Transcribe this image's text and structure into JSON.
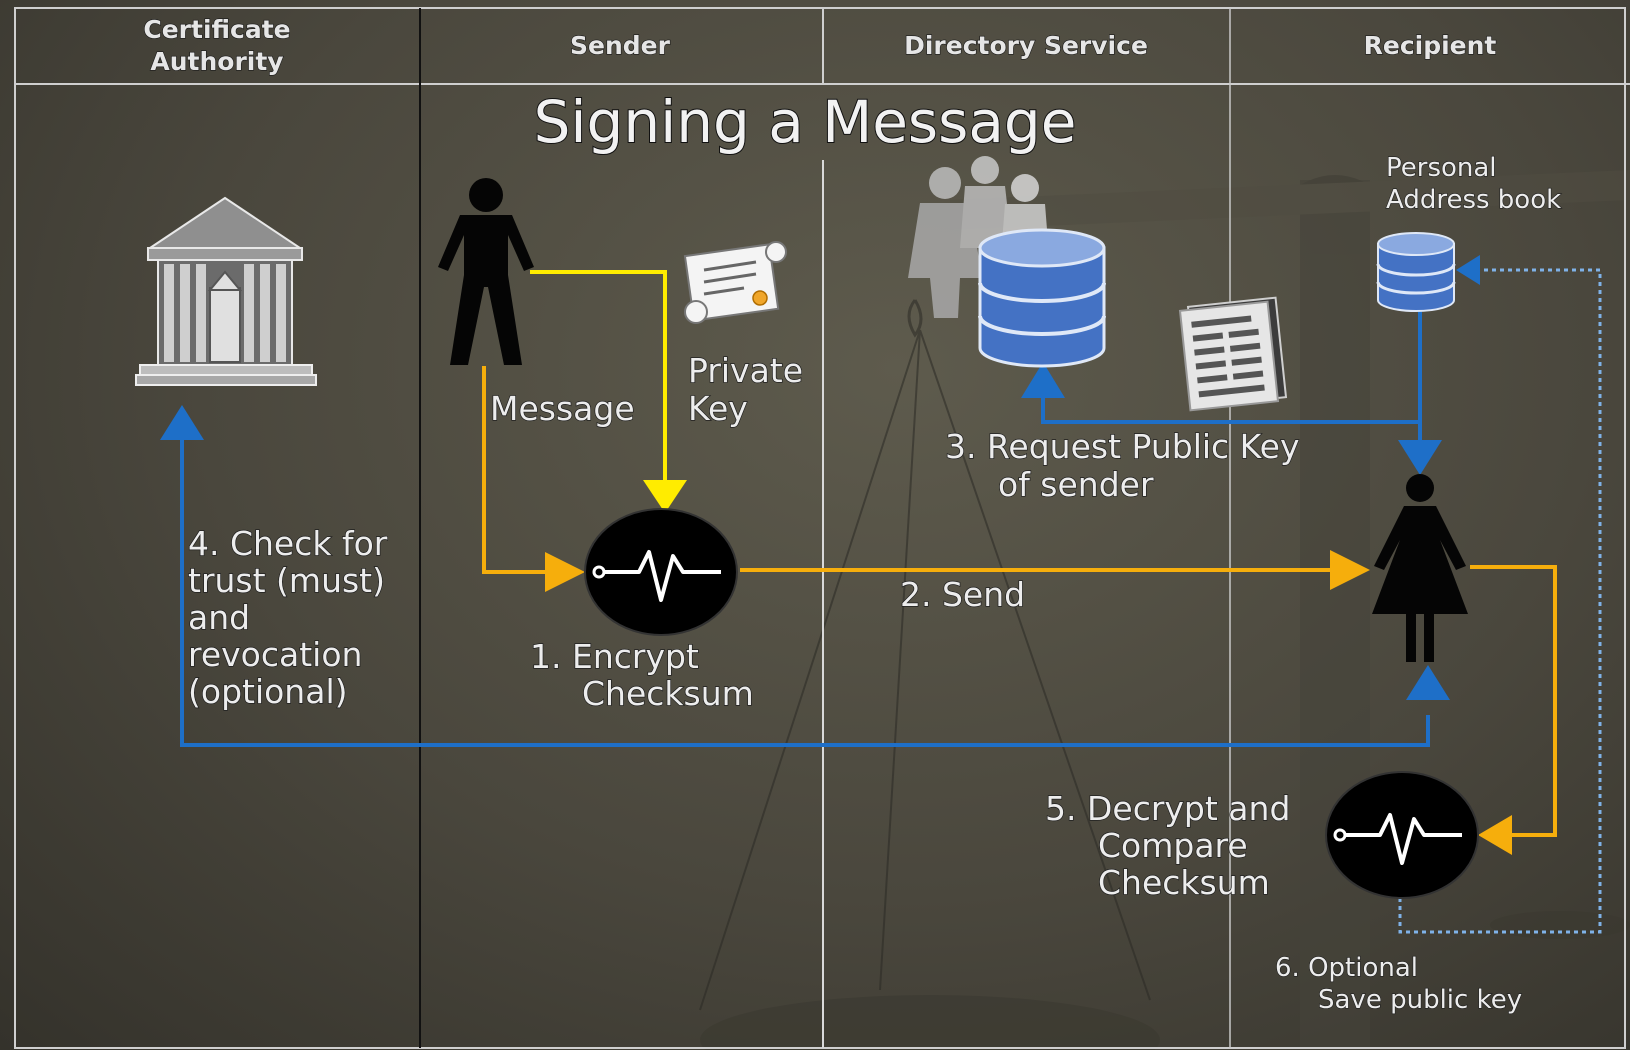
{
  "lanes": {
    "ca_line1": "Certificate",
    "ca_line2": "Authority",
    "sender": "Sender",
    "directory": "Directory Service",
    "recipient": "Recipient"
  },
  "title": "Signing a Message",
  "labels": {
    "message": "Message",
    "private_key_line1": "Private",
    "private_key_line2": "Key",
    "personal_ab_line1": "Personal",
    "personal_ab_line2": "Address book",
    "step1_line1": "1.  Encrypt",
    "step1_line2": "Checksum",
    "step2": "2.  Send",
    "step3_line1": "3.  Request Public Key",
    "step3_line2": "of sender",
    "step4_line1": "4.  Check for",
    "step4_line2": "trust (must)",
    "step4_line3": "and",
    "step4_line4": "revocation",
    "step4_line5": "(optional)",
    "step5_line1": "5.  Decrypt and",
    "step5_line2": "Compare",
    "step5_line3": "Checksum",
    "step6_line1": "6.  Optional",
    "step6_line2": "Save public key"
  },
  "colors": {
    "yellow": "#ffec00",
    "orange": "#f6ae0c",
    "blue": "#1e6fc8",
    "db_blue": "#4472c4"
  },
  "icons": [
    "bank-building-icon",
    "man-icon",
    "certificate-scroll-icon",
    "people-group-icon",
    "database-icon",
    "address-book-icon",
    "woman-icon",
    "checksum-icon"
  ]
}
